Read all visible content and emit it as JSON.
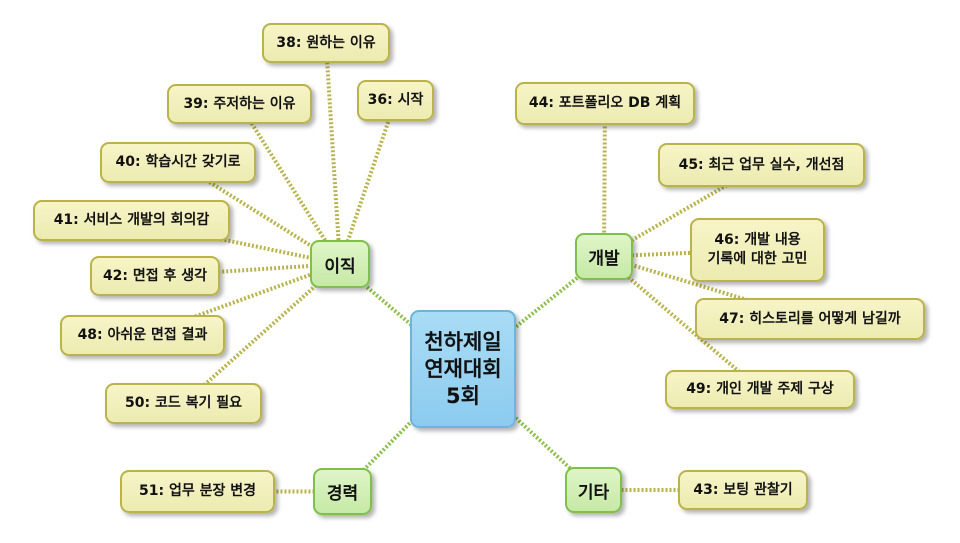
{
  "root": {
    "id": "root",
    "label": "천하제일\n연재대회\n5회"
  },
  "branches": [
    {
      "id": "b1",
      "label": "이직"
    },
    {
      "id": "b2",
      "label": "개발"
    },
    {
      "id": "b3",
      "label": "경력"
    },
    {
      "id": "b4",
      "label": "기타"
    }
  ],
  "leaves": [
    {
      "id": "l38",
      "parent": "b1",
      "label": "38: 원하는 이유"
    },
    {
      "id": "l39",
      "parent": "b1",
      "label": "39: 주저하는 이유"
    },
    {
      "id": "l36",
      "parent": "b1",
      "label": "36: 시작"
    },
    {
      "id": "l40",
      "parent": "b1",
      "label": "40: 학습시간 갖기로"
    },
    {
      "id": "l41",
      "parent": "b1",
      "label": "41: 서비스 개발의 회의감"
    },
    {
      "id": "l42",
      "parent": "b1",
      "label": "42: 면접 후 생각"
    },
    {
      "id": "l48",
      "parent": "b1",
      "label": "48: 아쉬운 면접 결과"
    },
    {
      "id": "l50",
      "parent": "b1",
      "label": "50: 코드 복기 필요"
    },
    {
      "id": "l51",
      "parent": "b3",
      "label": "51: 업무 분장 변경"
    },
    {
      "id": "l44",
      "parent": "b2",
      "label": "44: 포트폴리오 DB 계획"
    },
    {
      "id": "l45",
      "parent": "b2",
      "label": "45: 최근 업무 실수, 개선점"
    },
    {
      "id": "l46",
      "parent": "b2",
      "label": "46: 개발 내용\n기록에 대한 고민"
    },
    {
      "id": "l47",
      "parent": "b2",
      "label": "47: 히스토리를 어떻게 남길까"
    },
    {
      "id": "l49",
      "parent": "b2",
      "label": "49: 개인 개발 주제 구상"
    },
    {
      "id": "l43",
      "parent": "b4",
      "label": "43: 보팅 관찰기"
    }
  ],
  "colors": {
    "branch_link": "#8cc04a",
    "leaf_link": "#b9b34a"
  }
}
